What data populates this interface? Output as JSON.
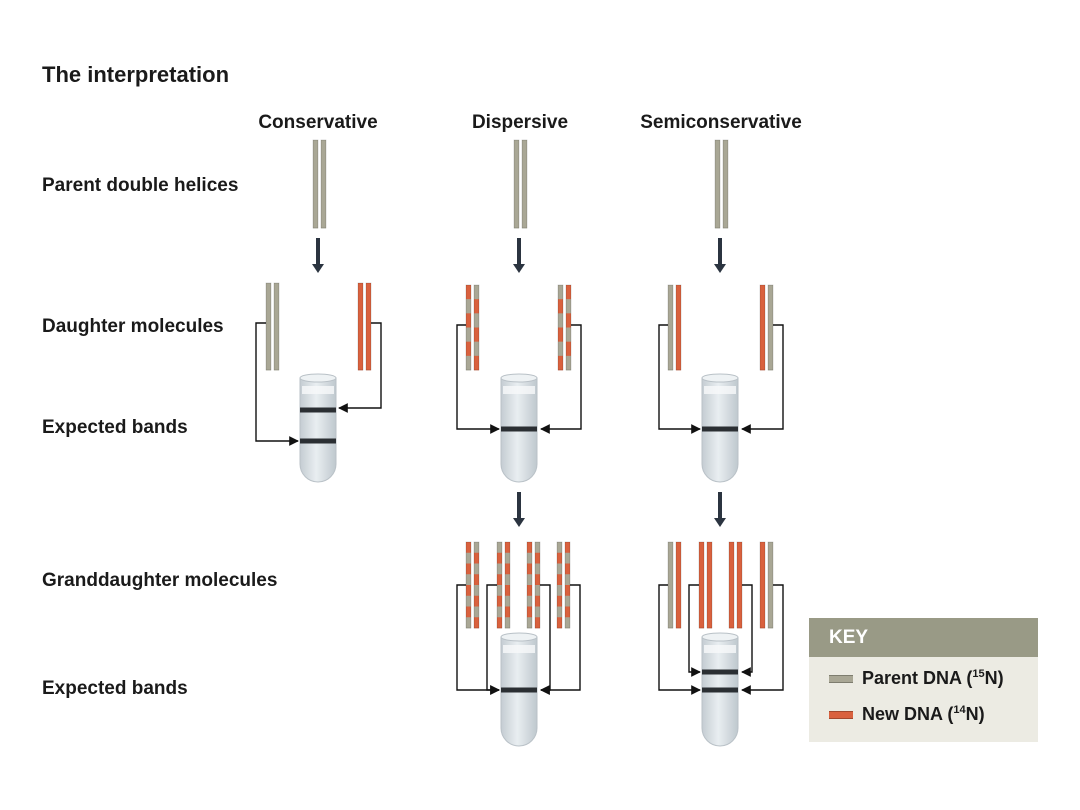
{
  "title": "The interpretation",
  "columns": [
    "Conservative",
    "Dispersive",
    "Semiconservative"
  ],
  "rows": {
    "parent": "Parent double helices",
    "daughter": "Daughter molecules",
    "bands1": "Expected bands",
    "granddaughter": "Granddaughter molecules",
    "bands2": "Expected bands"
  },
  "key": {
    "heading": "KEY",
    "parent_label": "Parent DNA (",
    "parent_sup": "15",
    "parent_end": "N)",
    "new_label": "New DNA (",
    "new_sup": "14",
    "new_end": "N)"
  },
  "colors": {
    "parent_dna": "#a9a795",
    "new_dna": "#d9613e",
    "tube": "#d6dde2",
    "band": "#2b2f33",
    "key_heading_bg": "#999a86",
    "key_bg": "#ecebe3"
  }
}
